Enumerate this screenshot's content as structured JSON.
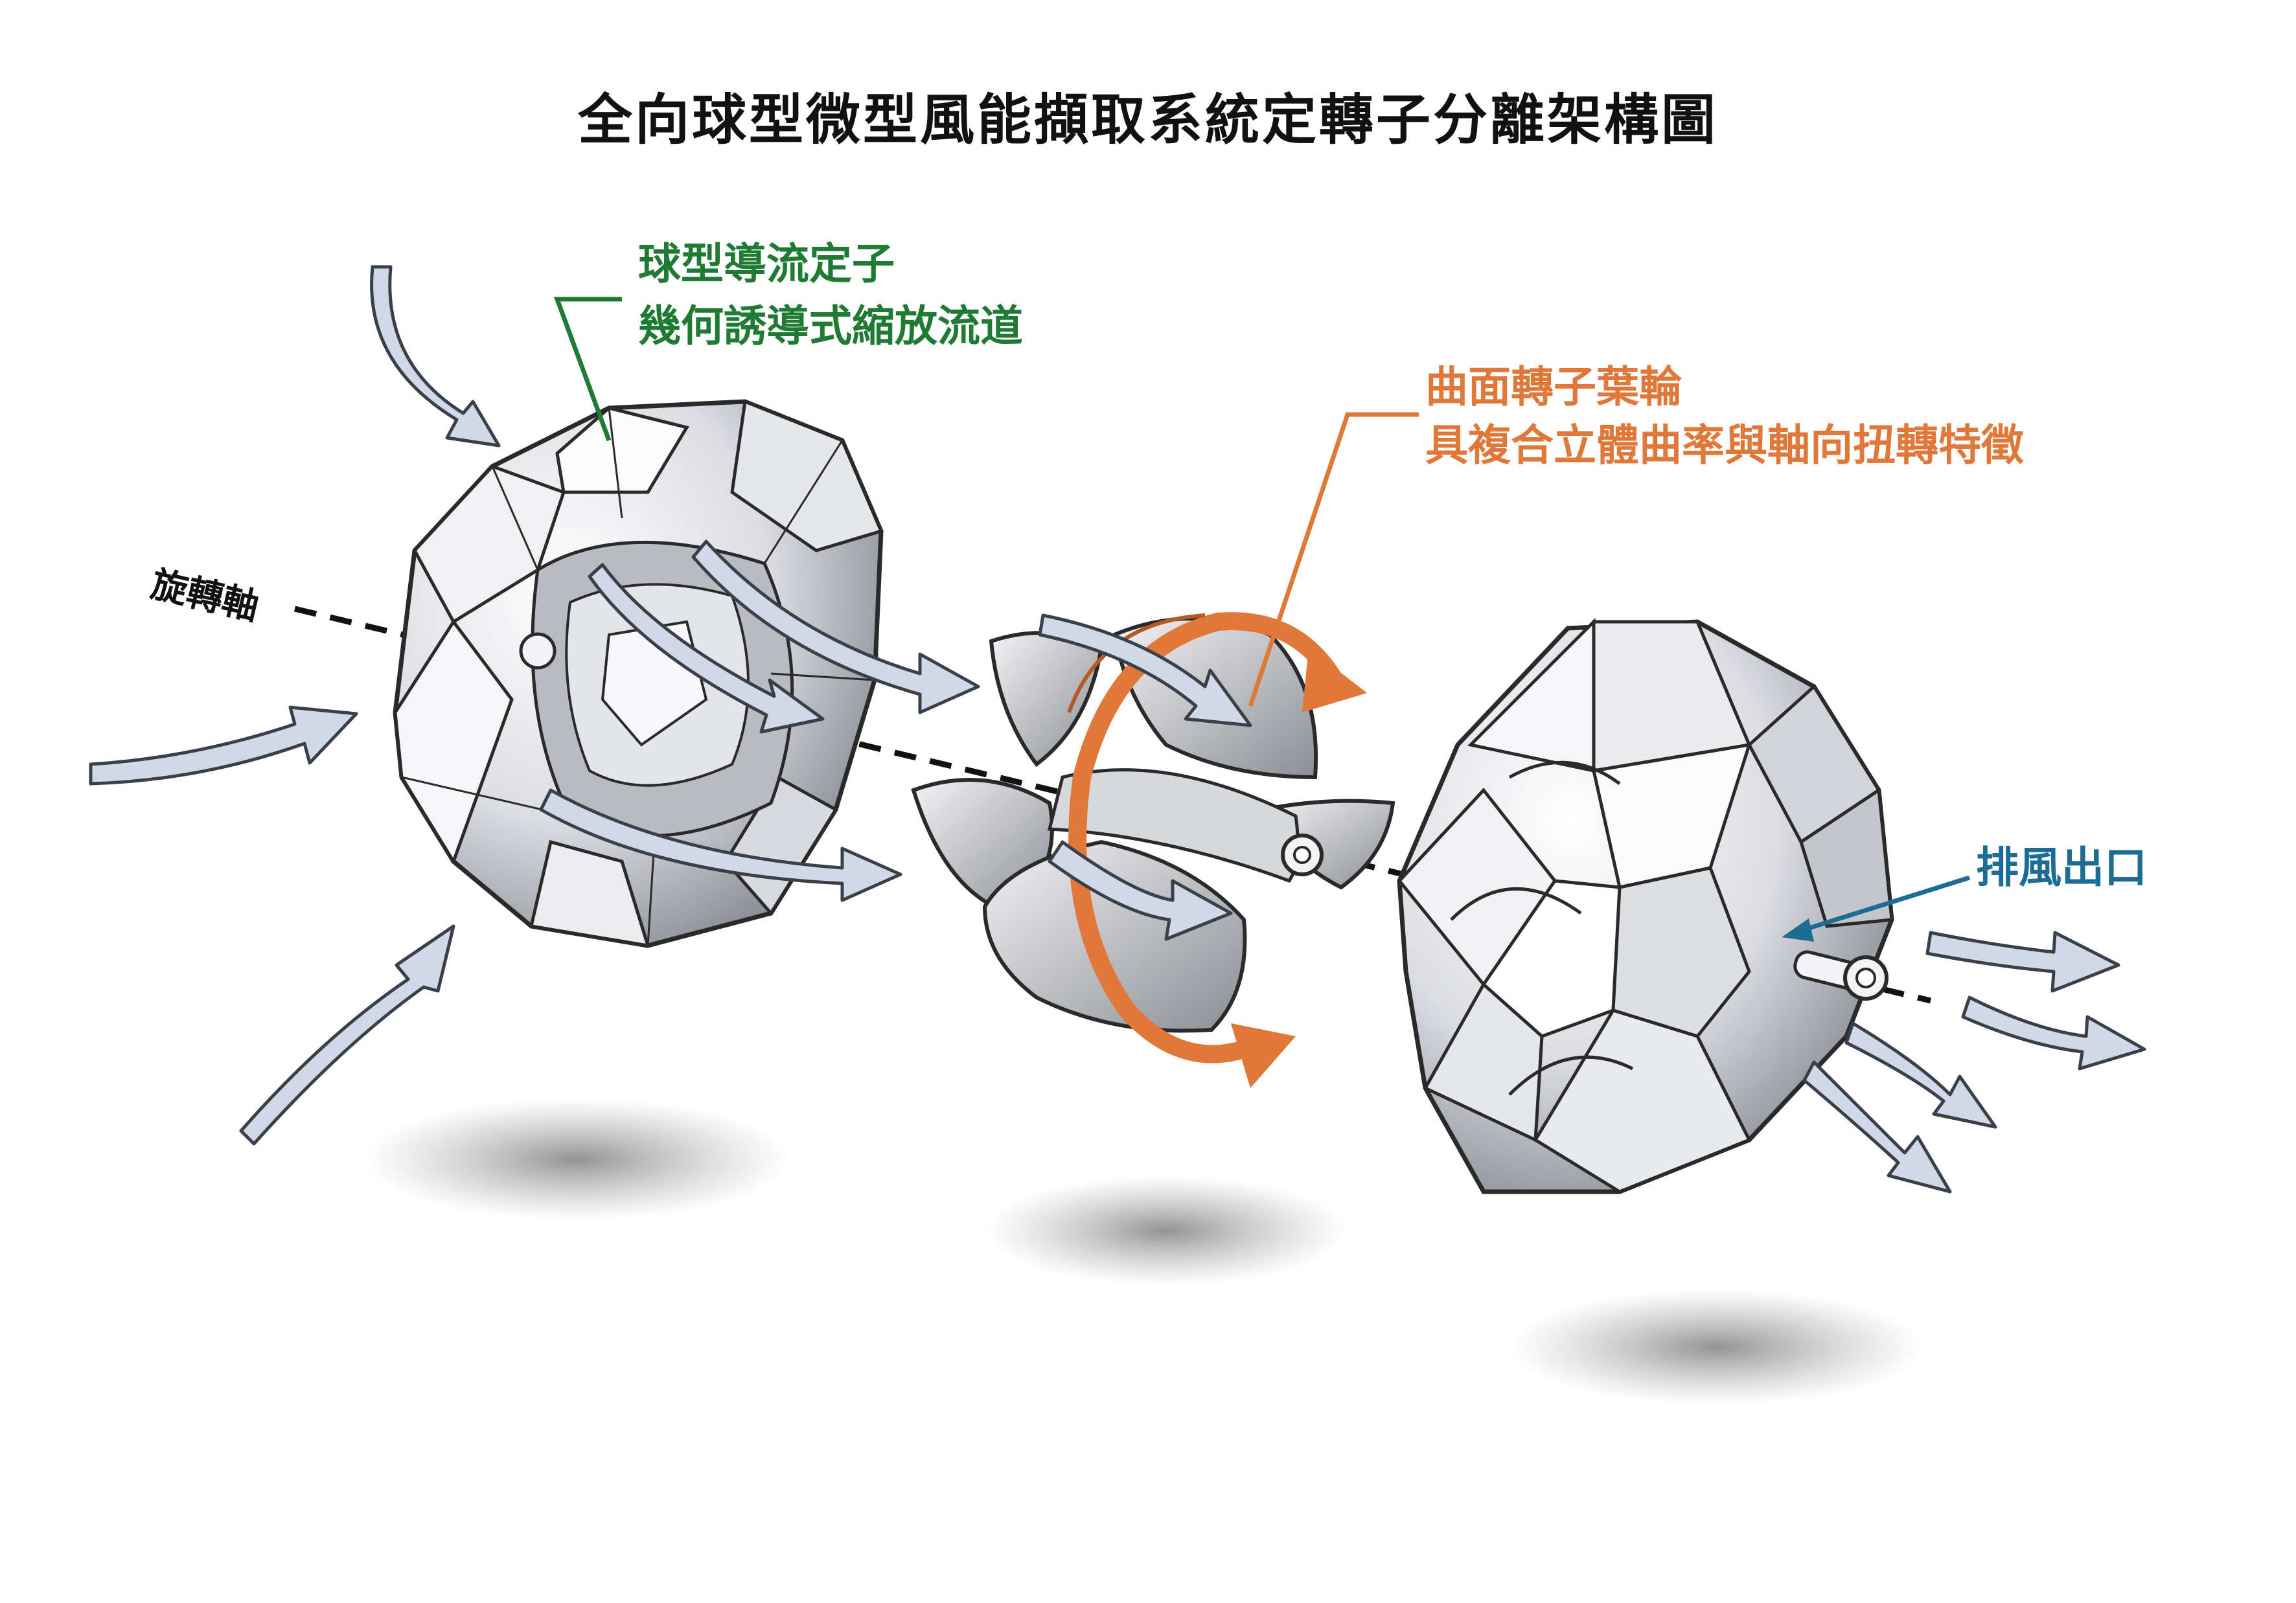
{
  "title": "全向球型微型風能擷取系統定轉子分離架構圖",
  "labels": {
    "stator_line1": "球型導流定子",
    "stator_line2": "幾何誘導式縮放流道",
    "rotor_line1": "曲面轉子葉輪",
    "rotor_line2": "具複合立體曲率與軸向扭轉特徵",
    "axis": "旋轉軸",
    "exhaust": "排風出口"
  },
  "colors": {
    "stator_label": "#1f7a33",
    "rotor_label": "#e0783a",
    "exhaust_label": "#1d6c93",
    "airflow_arrow": "#cfd9e8",
    "rotation_arrow": "#e0783a",
    "axis_line": "#111111"
  }
}
